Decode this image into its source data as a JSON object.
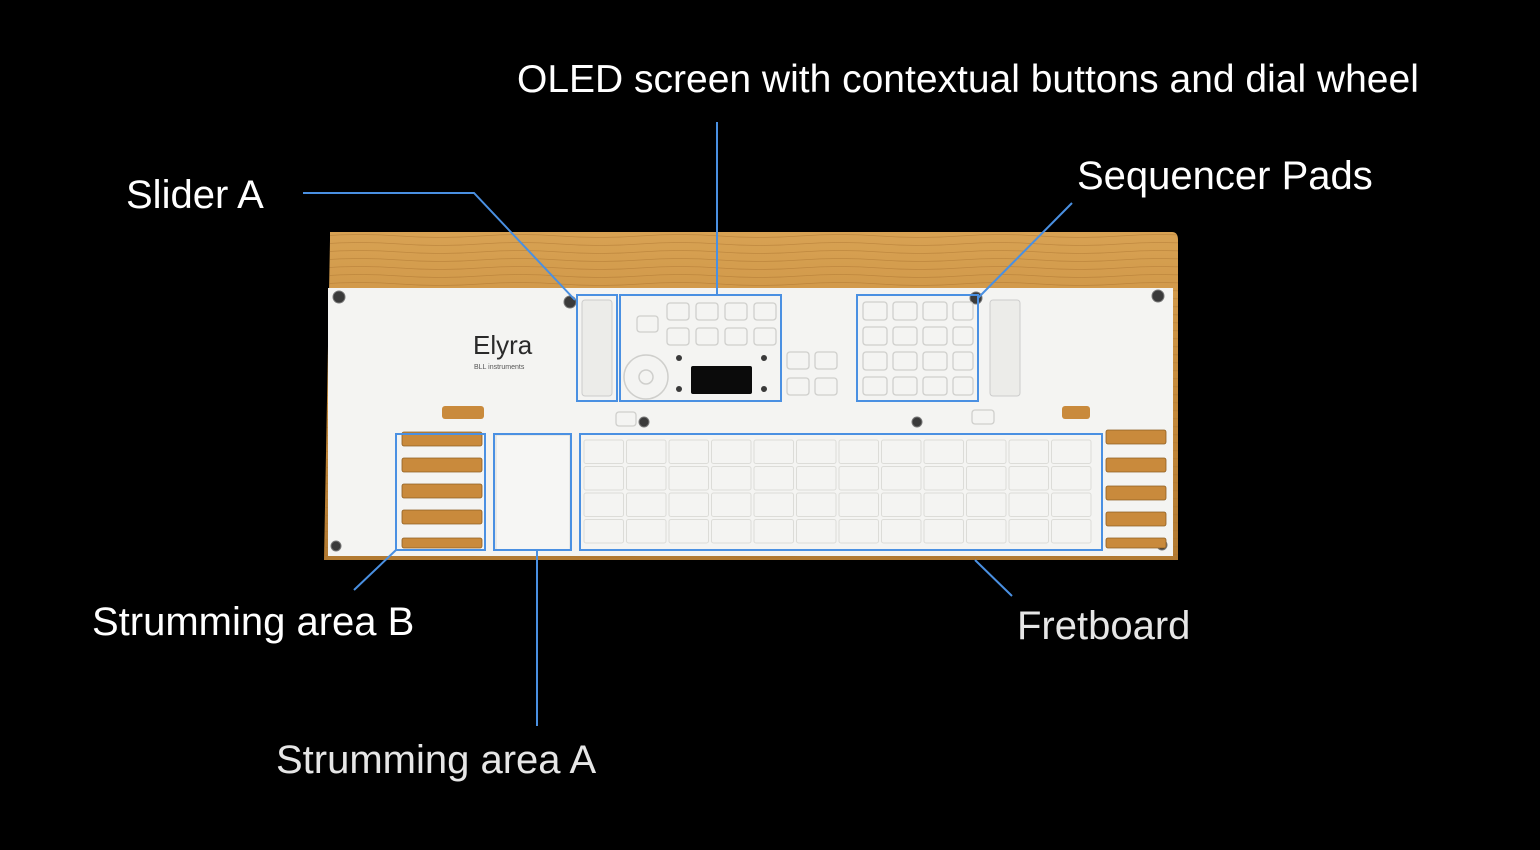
{
  "labels": {
    "oled": "OLED screen with contextual buttons and dial wheel",
    "slider_a": "Slider A",
    "sequencer_pads": "Sequencer Pads",
    "strumming_b": "Strumming area B",
    "strumming_a": "Strumming area A",
    "fretboard": "Fretboard"
  },
  "device": {
    "brand": "Elyra",
    "maker": "BLL instruments"
  },
  "colors": {
    "background": "#000000",
    "callout": "#4a90e2",
    "wood": "#c98a3c",
    "panel": "#f4f4f2"
  }
}
